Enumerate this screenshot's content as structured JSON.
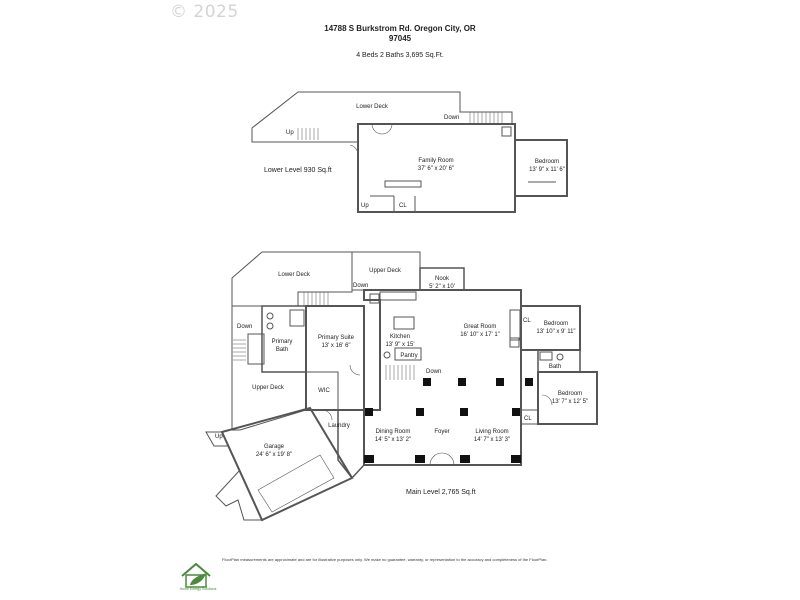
{
  "watermark": "© 2025",
  "header": {
    "address_line1": "14788 S Burkstrom Rd. Oregon City, OR",
    "address_line2": "97045",
    "summary": "4 Beds  2 Baths  3,695 Sq.Ft."
  },
  "lower_level": {
    "label": "Lower Level  930 Sq.ft",
    "rooms": {
      "lower_deck": "Lower Deck",
      "family_room": {
        "name": "Family Room",
        "dims": "37' 6\" x 20' 6\""
      },
      "bedroom": {
        "name": "Bedroom",
        "dims": "13' 9\" x 11' 6\""
      }
    },
    "marks": {
      "up_deck": "Up",
      "down_deck": "Down",
      "up_inside": "Up",
      "closet": "CL"
    }
  },
  "main_level": {
    "label": "Main Level  2,765 Sq.ft",
    "rooms": {
      "lower_deck": "Lower Deck",
      "upper_deck_top": "Upper Deck",
      "nook": {
        "name": "Nook",
        "dims": "5' 2\" x 10'"
      },
      "great_room": {
        "name": "Great Room",
        "dims": "16' 10\" x 17' 1\""
      },
      "kitchen": {
        "name": "Kitchen",
        "dims": "13' 9\" x 15'"
      },
      "pantry": "Pantry",
      "primary_suite": {
        "name": "Primary Suite",
        "dims": "13' x 16' 6\""
      },
      "primary_bath": {
        "line1": "Primary",
        "line2": "Bath"
      },
      "bedroom_top": {
        "name": "Bedroom",
        "dims": "13' 10\" x 9' 11\""
      },
      "bath": "Bath",
      "bedroom_bottom": {
        "name": "Bedroom",
        "dims": "13' 7\" x 12' 5\""
      },
      "upper_deck_left": "Upper Deck",
      "wic": "WIC",
      "laundry": "Laundry",
      "garage": {
        "name": "Garage",
        "dims": "24' 6\" x 19' 8\""
      },
      "dining_room": {
        "name": "Dining Room",
        "dims": "14' 5\" x 13' 2\""
      },
      "foyer": "Foyer",
      "living_room": {
        "name": "Living Room",
        "dims": "14' 7\" x 13' 3\""
      }
    },
    "marks": {
      "down_left": "Down",
      "down_deck": "Down",
      "down_stairs": "Down",
      "up_garage": "Up",
      "cl_top": "CL",
      "cl_bottom": "CL"
    }
  },
  "footer": {
    "disclaimer": "FloorPlan measurements are approximate and are for illustrative purposes only. We make no guarantee, warranty, or representation to the accuracy and completeness of the FloorPlan.",
    "logo_text": "Home Energy Solutions"
  },
  "colors": {
    "wall": "#555555",
    "logo_green": "#4a8a3a"
  }
}
